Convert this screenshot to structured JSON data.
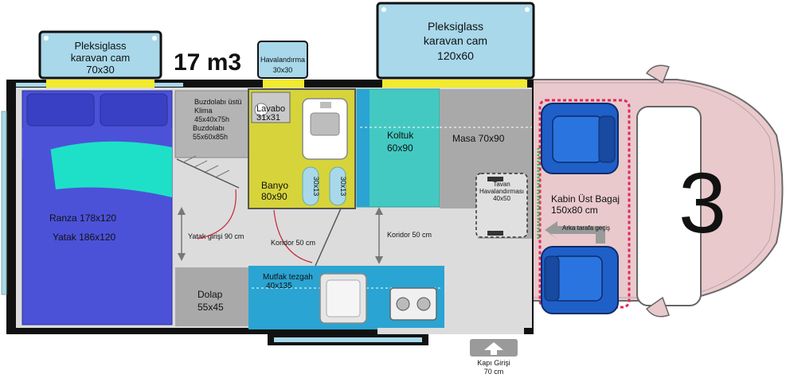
{
  "volume": "17 m3",
  "cab_number": "3",
  "windows": {
    "left": {
      "name": "Pleksiglass",
      "type": "karavan cam",
      "size": "70x30"
    },
    "right": {
      "name": "Pleksiglass",
      "type": "karavan cam",
      "size": "120x60"
    }
  },
  "vent_top": {
    "name": "Havalandırma",
    "size": "30x30"
  },
  "bed": {
    "line1": "Ranza  178x120",
    "line2": "Yatak  186x120"
  },
  "fridge": {
    "top_name": "Buzdolabı üstü",
    "top_type": "Klima",
    "top_size": "45x40x75h",
    "name": "Buzdolabı",
    "size": "55x60x85h"
  },
  "sink": {
    "name": "Lavabo",
    "size": "31x31"
  },
  "bathroom": {
    "name": "Banyo",
    "size": "80x90",
    "tray_left": "30x13",
    "tray_right": "30x13"
  },
  "seat": {
    "name": "Koltuk",
    "size": "60x90"
  },
  "table": {
    "label": "Masa 70x90"
  },
  "roof_vent": {
    "line1": "Tavan",
    "line2": "Havalandırması",
    "size": "40x50"
  },
  "cab": {
    "line1": "Kabin Üst Bagaj",
    "line2": "150x80 cm",
    "passage": "Arka tarafa geçiş"
  },
  "entry_width": "Yatak girişi 90 cm",
  "corridor_left": "Koridor 50 cm",
  "corridor_right": "Koridor 50 cm",
  "wardrobe": {
    "name": "Dolap",
    "size": "55x45"
  },
  "kitchen": {
    "name": "Mutfak tezgah",
    "size": "40x135"
  },
  "door": {
    "name": "Kapı Girişi",
    "size": "70 cm"
  },
  "colors": {
    "wall": "#111111",
    "floor": "#dcdcdc",
    "bed": "#4b52d8",
    "bed_corner": "#1ee0c8",
    "window_glass": "#a8d8ea",
    "bathroom": "#d6d43a",
    "seat": "#44c9c2",
    "kitchen": "#2aa4d2",
    "cab": "#e9c9cc",
    "chair": "#1f5fc8",
    "highlight_yellow": "#f2ea2c",
    "dashed_red": "#e0275f"
  }
}
